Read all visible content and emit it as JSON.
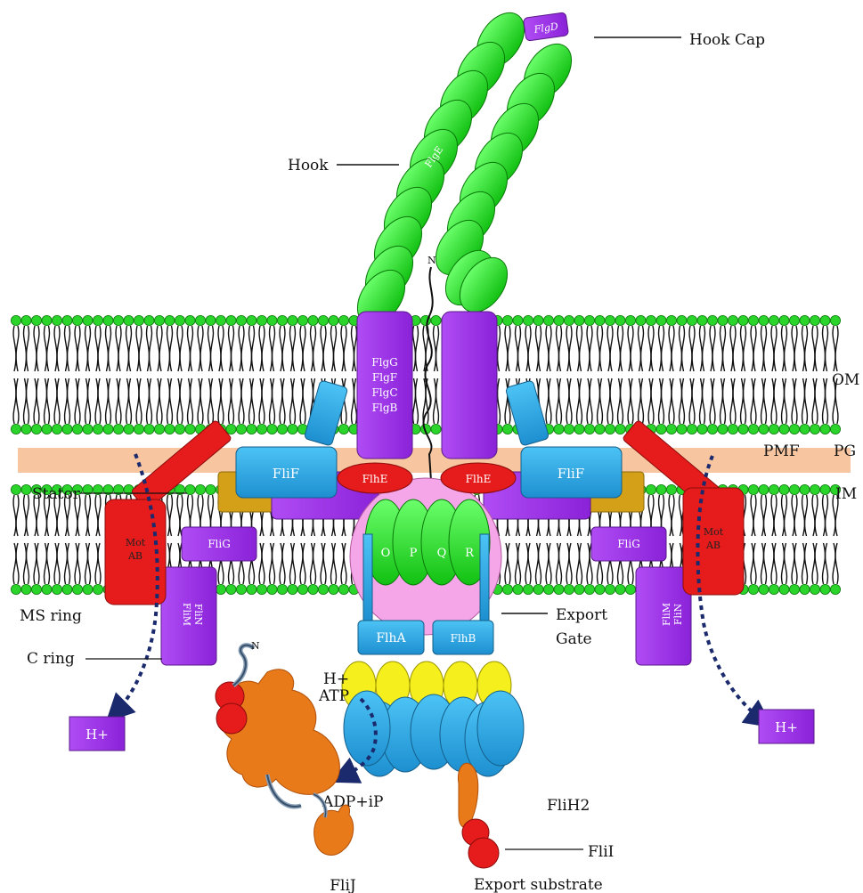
{
  "labels": {
    "hook_cap": "Hook Cap",
    "hook": "Hook",
    "om": "OM",
    "pg": "PG",
    "im": "IM",
    "pmf": "PMF",
    "stator": "Stator",
    "ms_ring": "MS ring",
    "c_ring": "C ring",
    "export_gate_1": "Export",
    "export_gate_2": "Gate",
    "h_plus_atp_1": "H+",
    "h_plus_atp_2": "ATP",
    "adp": "ADP+iP",
    "flih2": "FliH2",
    "flii": "FliI",
    "flij": "FliJ",
    "export_substrate": "Export substrate",
    "n_terminus": "N"
  },
  "proteins": {
    "flgd": "FlgD",
    "flge": "FlgE",
    "rod": [
      "FlgG",
      "FlgF",
      "FlgC",
      "FlgB"
    ],
    "flif": "FliF",
    "flhe": "FlhE",
    "flig": "FliG",
    "flim": "FliM",
    "flin": "FliN",
    "motab_1": "Mot",
    "motab_2": "AB",
    "opqr": [
      "O",
      "P",
      "Q",
      "R"
    ],
    "flha": "FlhA",
    "flhb": "FlhB",
    "h_plus_box": "H+"
  },
  "colors": {
    "hook_green": "#1ee61e",
    "purple": "#9b30e6",
    "blue": "#27a9e6",
    "red": "#e61b1b",
    "orange": "#e87a1a",
    "gold": "#d4a017",
    "pg_band": "#f7c59f",
    "pink": "#f5a6e8",
    "yellow": "#f5ef1e",
    "navy": "#1a2a6c"
  }
}
